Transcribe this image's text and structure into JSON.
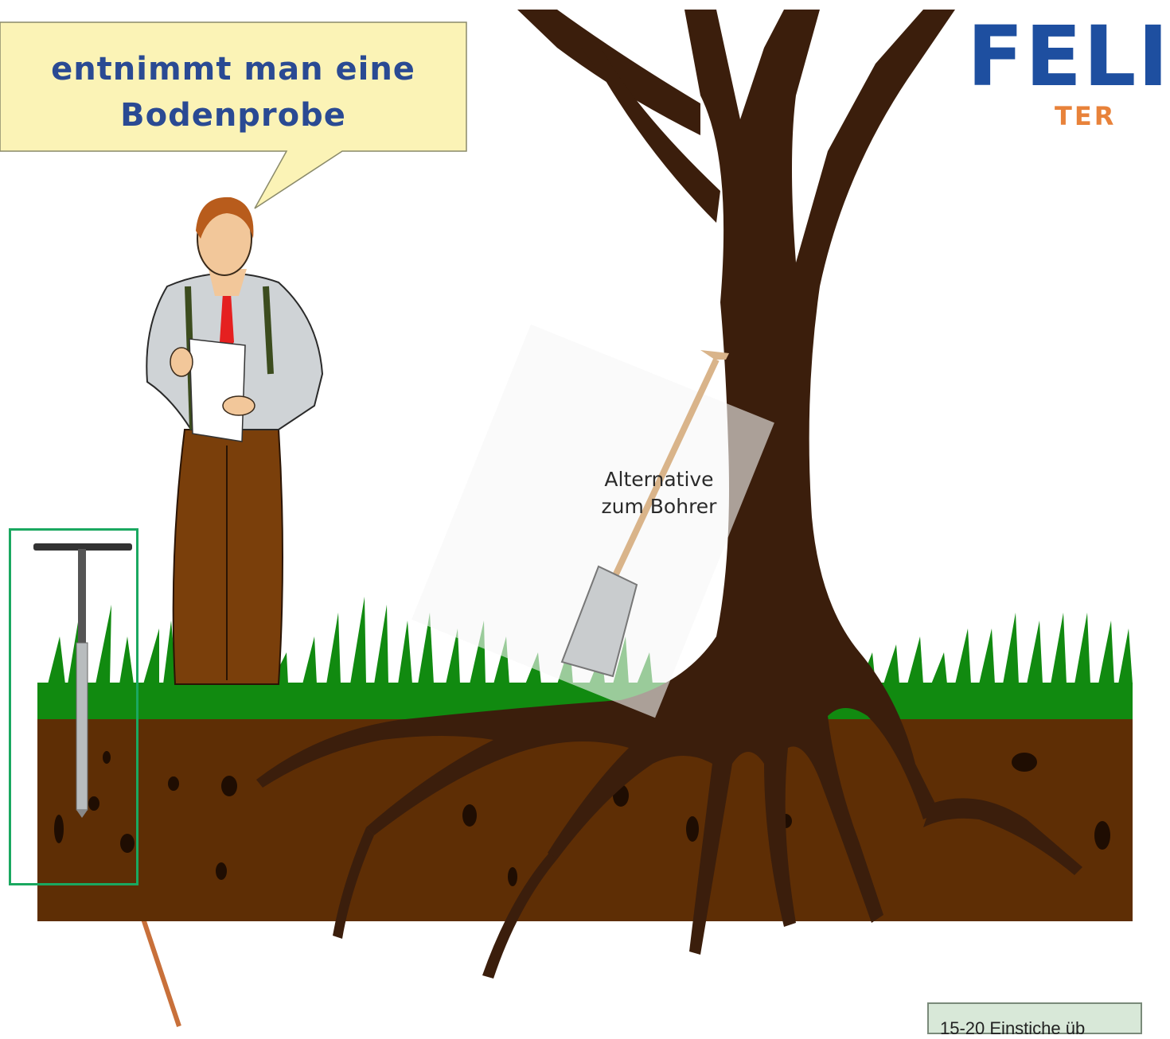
{
  "speech": {
    "line1": "entnimmt man eine",
    "line2": "Bodenprobe"
  },
  "logo": {
    "main": "FELI",
    "sub": "TER"
  },
  "spade_label": {
    "line1": "Alternative",
    "line2": "zum Bohrer"
  },
  "note": {
    "text": "15-20 Einstiche üb"
  },
  "colors": {
    "grass": "#118a10",
    "soil": "#5e2e05",
    "tree": "#3b1e0c",
    "highlight_box": "#1aa860",
    "speech_fill": "#fbf3b6",
    "logo_blue": "#1e4fa0",
    "logo_orange": "#e8823a"
  }
}
